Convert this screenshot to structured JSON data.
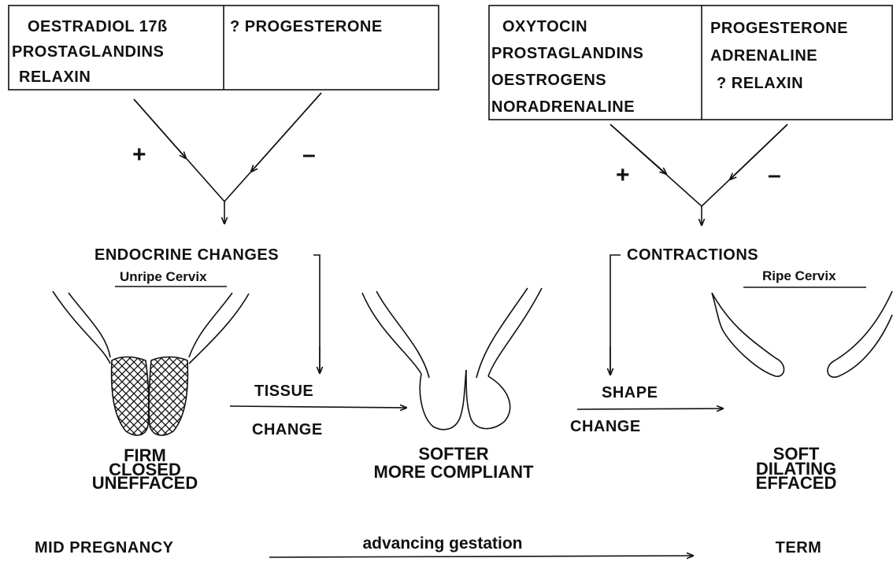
{
  "left_box": {
    "stimulators": [
      "OESTRADIOL 17ß",
      "PROSTAGLANDINS",
      "RELAXIN"
    ],
    "inhibitors": [
      "? PROGESTERONE"
    ],
    "plus": "+",
    "minus": "–"
  },
  "right_box": {
    "stimulators": [
      "OXYTOCIN",
      "PROSTAGLANDINS",
      "OESTROGENS",
      "NORADRENALINE"
    ],
    "inhibitors": [
      "PROGESTERONE",
      "ADRENALINE",
      "? RELAXIN"
    ],
    "plus": "+",
    "minus": "–"
  },
  "left_process": {
    "title": "ENDOCRINE CHANGES",
    "subtitle": "Unripe Cervix"
  },
  "right_process": {
    "title": "CONTRACTIONS",
    "subtitle": "Ripe Cervix"
  },
  "transitions": {
    "tissue_top": "TISSUE",
    "tissue_bottom": "CHANGE",
    "shape_top": "SHAPE",
    "shape_bottom": "CHANGE"
  },
  "cervix_states": {
    "unripe": [
      "FIRM",
      "CLOSED",
      "UNEFFACED"
    ],
    "middle": [
      "SOFTER",
      "MORE COMPLIANT"
    ],
    "ripe": [
      "SOFT",
      "DILATING",
      "EFFACED"
    ]
  },
  "timeline": {
    "start": "MID PREGNANCY",
    "arrow_label": "advancing gestation",
    "end": "TERM"
  }
}
